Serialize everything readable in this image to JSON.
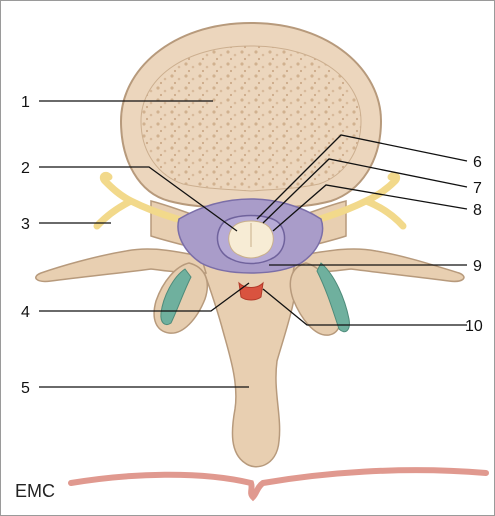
{
  "figure": {
    "labels": [
      "1",
      "2",
      "3",
      "4",
      "5",
      "6",
      "7",
      "8",
      "9",
      "10"
    ],
    "logo": "EMC"
  },
  "colors": {
    "bone_fill": "#e9d1b5",
    "bone_edge": "#b79a7c",
    "spongy_dot": "#cfae8b",
    "nerve": "#f2d98b",
    "dura": "#a99cc9",
    "epidural": "#8c7fb8",
    "cord": "#f7ecd5",
    "facet_cartilage": "#6fb09e",
    "ligament_red": "#d9533f",
    "skin_line": "#e0998f",
    "leader_line": "#111111"
  }
}
